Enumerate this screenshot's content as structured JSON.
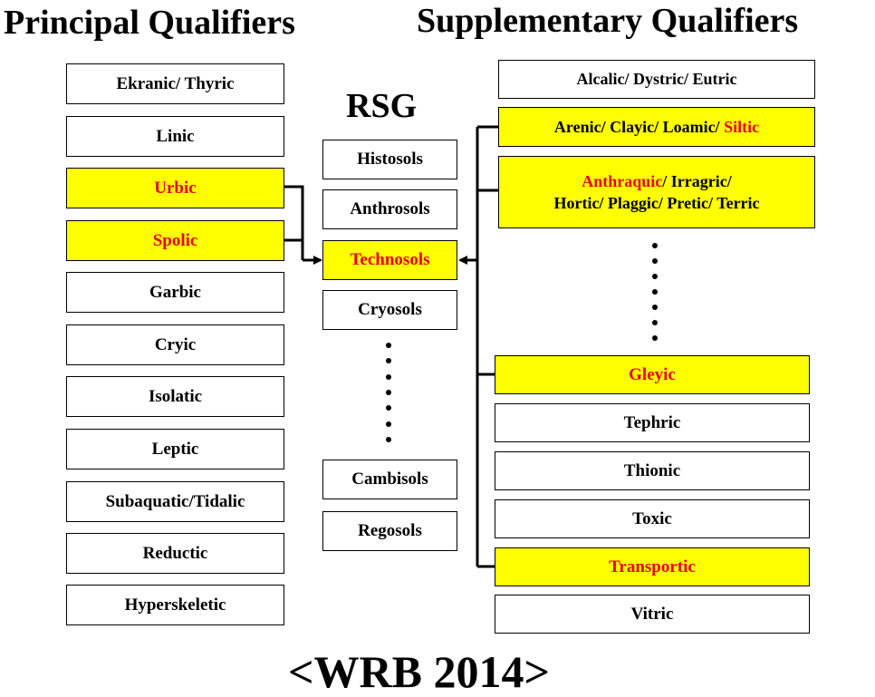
{
  "headings": {
    "principal": "Principal Qualifiers",
    "supplementary": "Supplementary Qualifiers",
    "rsg": "RSG",
    "footer": "<WRB 2014>"
  },
  "colors": {
    "highlight": "#ffff00",
    "highlight_text": "#e8001c",
    "text": "#000000"
  },
  "principal": [
    {
      "label": "Ekranic/ Thyric",
      "highlight": false
    },
    {
      "label": "Linic",
      "highlight": false
    },
    {
      "label": "Urbic",
      "highlight": true
    },
    {
      "label": "Spolic",
      "highlight": true
    },
    {
      "label": "Garbic",
      "highlight": false
    },
    {
      "label": "Cryic",
      "highlight": false
    },
    {
      "label": "Isolatic",
      "highlight": false
    },
    {
      "label": "Leptic",
      "highlight": false
    },
    {
      "label": "Subaquatic/Tidalic",
      "highlight": false
    },
    {
      "label": "Reductic",
      "highlight": false
    },
    {
      "label": "Hyperskeletic",
      "highlight": false
    }
  ],
  "rsg": [
    {
      "label": "Histosols",
      "highlight": false
    },
    {
      "label": "Anthrosols",
      "highlight": false
    },
    {
      "label": "Technosols",
      "highlight": true
    },
    {
      "label": "Cryosols",
      "highlight": false
    },
    {
      "label": "Cambisols",
      "highlight": false
    },
    {
      "label": "Regosols",
      "highlight": false
    }
  ],
  "supplementary": {
    "s0": "Alcalic/ Dystric/ Eutric",
    "s1_a": "Arenic/ Clayic/ Loamic/ ",
    "s1_b": "Siltic",
    "s2_a": "Anthraquic",
    "s2_b": "/ Irragric/",
    "s2_c": "Hortic/ Plaggic/ Pretic/ Terric",
    "s3": "Gleyic",
    "s4": "Tephric",
    "s5": "Thionic",
    "s6": "Toxic",
    "s7": "Transportic",
    "s8": "Vitric"
  }
}
